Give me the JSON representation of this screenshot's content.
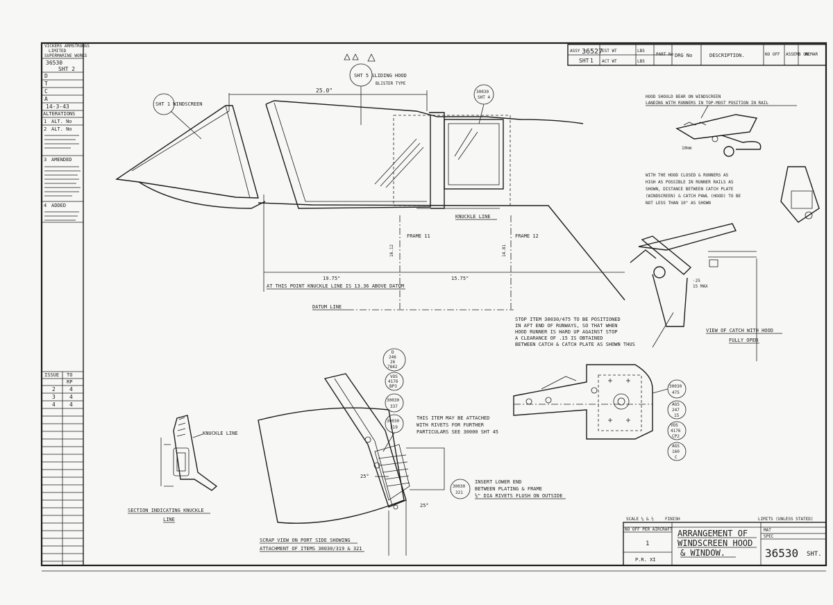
{
  "revision_column": {
    "header": [
      "VICKERS ARMSTRONGS",
      "LIMITED",
      "SUPERMARINE WORKS"
    ],
    "drawing_ref": "36530",
    "sheet_ref": "SHT 2",
    "letters": [
      "D",
      "T",
      "C",
      "A"
    ],
    "date": "14-3-43",
    "alterations_label": "ALTERATIONS",
    "alterations": [
      {
        "no": "1",
        "text": "ALT. No"
      },
      {
        "no": "2",
        "text": "ALT. No"
      },
      {
        "no": "3",
        "text": "AMENDED"
      },
      {
        "no": "4",
        "text": "ADDED"
      }
    ],
    "issue_header": [
      "ISSUE",
      "TO"
    ],
    "issue_col2": "RP",
    "issue_rows": [
      [
        "2",
        "4"
      ],
      [
        "3",
        "4"
      ],
      [
        "4",
        "4"
      ]
    ]
  },
  "title_strip": {
    "assy_label": "ASSY",
    "assy_no": "36527",
    "sht_label": "SHT",
    "sht_no": "1",
    "est_wt": "EST WT",
    "act_wt": "ACT WT",
    "lbs": "LBS",
    "part_no": "PART No",
    "drg_no": "DRG No",
    "description": "DESCRIPTION.",
    "no_off": "NO OFF",
    "assemb": "ASSEMB ON",
    "remarks": "REMAR"
  },
  "title_block": {
    "scale": "SCALE ¼ & ½",
    "finish": "FINISH",
    "limits": "LIMITS (UNLESS STATED)",
    "no_off_aircraft": "NO OFF PER AIRCRAFT",
    "quantity": "1",
    "pr": "P.R. XI",
    "title_lines": [
      "ARRANGEMENT OF",
      "WINDSCREEN HOOD",
      "& WINDOW."
    ],
    "mat": "MAT",
    "spec": "SPEC",
    "drawing_number": "36530",
    "sht": "SHT."
  },
  "notes": {
    "windscreen": "SHT 1  WINDSCREEN",
    "sliding_hood": "SHT 5  SLIDING HOOD",
    "sliding_hood_type": "BLISTER TYPE",
    "dim_25": "25.0\"",
    "knuckle_line": "KNUCKLE LINE",
    "frame11": "FRAME 11",
    "frame12": "FRAME 12",
    "dim_1975": "19.75\"",
    "dim_1575": "15.75\"",
    "knuckle_note": "AT THIS POINT KNUCKLE LINE IS 13.36 ABOVE DATUM",
    "datum": "DATUM LINE",
    "bubble_sht4_a": "30030",
    "bubble_sht4_b": "SHT 4",
    "hood_note": "HOOD SHOULD BEAR ON WINDSCREEN",
    "hood_note2": "LANDING WITH RUNNERS IN TOP-MOST POSITION IN RAIL",
    "catch_note": [
      "WITH THE HOOD CLOSED & RUNNERS AS",
      "HIGH AS POSSIBLE IN RUNNER RAILS AS",
      "SHOWN, DISTANCE BETWEEN CATCH PLATE",
      "(WINDSCREEN) & CATCH PAWL (HOOD) TO BE",
      "NOT LESS THAN 10° AS SHOWN"
    ],
    "stop_note": [
      "STOP ITEM 30030/475 TO BE POSITIONED",
      "IN AFT END OF RUNWAYS, SO THAT WHEN",
      "HOOD RUNNER IS HARD UP AGAINST STOP",
      "A CLEARANCE OF .15 IS OBTAINED",
      "BETWEEN CATCH & CATCH PLATE AS SHOWN THUS"
    ],
    "view_catch": [
      "VIEW OF CATCH WITH HOOD",
      "FULLY OPEN"
    ],
    "max_note": "15 MAX",
    "attach_note": [
      "THIS ITEM MAY BE ATTACHED",
      "WITH RIVETS FOR FURTHER",
      "PARTICULARS SEE 30000 SHT 45"
    ],
    "insert_note": [
      "INSERT LOWER END",
      "BETWEEN PLATING & FRAME",
      "⅛\" DIA RIVETS FLUSH ON OUTSIDE"
    ],
    "section_label": [
      "SECTION INDICATING KNUCKLE",
      "LINE"
    ],
    "knuckle_small": "KNUCKLE LINE",
    "scrap_view": [
      "SCRAP VIEW ON PORT SIDE SHOWING",
      "ATTACHMENT OF ITEMS 30030/319 & 321"
    ],
    "angle25": "25°",
    "bubbles_left": [
      [
        "D",
        "246",
        "26",
        "7842"
      ],
      [
        "VOS",
        "4176",
        "BP3"
      ],
      [
        "30030",
        "337"
      ],
      [
        "30030",
        "319"
      ]
    ],
    "bubble_insert": [
      "30030",
      "321"
    ],
    "bubbles_right": [
      [
        "30030",
        "475"
      ],
      [
        "AGS",
        "247",
        "15"
      ],
      [
        "VOS",
        "4176",
        "CP2"
      ],
      [
        "AGS",
        "160",
        "C"
      ]
    ],
    "frame_dims": [
      "16.12",
      "14.81"
    ]
  }
}
